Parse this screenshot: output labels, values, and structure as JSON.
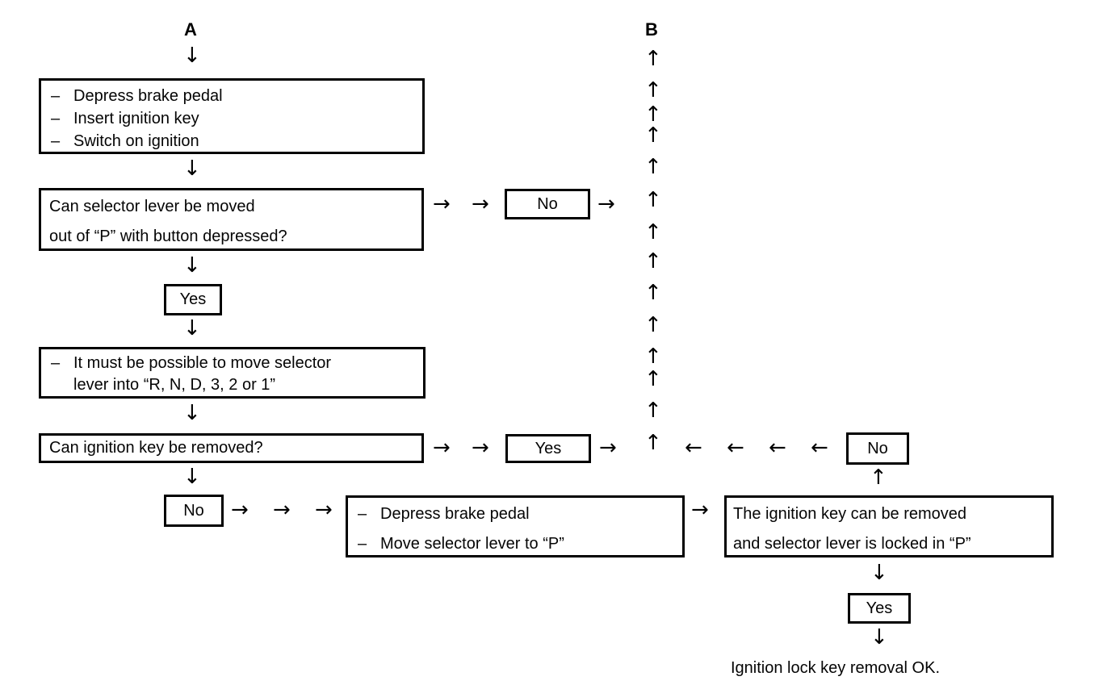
{
  "colors": {
    "ink": "#000000",
    "paper": "#ffffff"
  },
  "glyphs": {
    "dash": "–",
    "arrow_up": "↑",
    "arrow_down": "↓",
    "arrow_left": "←",
    "arrow_right": "→"
  },
  "connectors": {
    "a": "A",
    "b": "B"
  },
  "boxes": {
    "start_actions": {
      "items": [
        "Depress brake pedal",
        "Insert ignition key",
        "Switch on ignition"
      ]
    },
    "selector_question": {
      "lines": [
        "Can selector lever be moved",
        "out of “P” with button depressed?"
      ]
    },
    "must_move": {
      "item": "It must be possible to move selector",
      "continuation": "lever into “R, N, D, 3, 2 or 1”"
    },
    "key_question": {
      "line": "Can ignition key be removed?"
    },
    "park_actions": {
      "items": [
        "Depress brake pedal",
        "Move selector lever to “P”"
      ]
    },
    "result": {
      "lines": [
        "The ignition key can be removed",
        "and selector lever is locked in “P”"
      ]
    }
  },
  "decisions": {
    "selector_no": "No",
    "selector_yes": "Yes",
    "key_yes": "Yes",
    "key_no": "No",
    "result_no": "No",
    "result_yes": "Yes"
  },
  "final_text": "Ignition lock key removal OK."
}
